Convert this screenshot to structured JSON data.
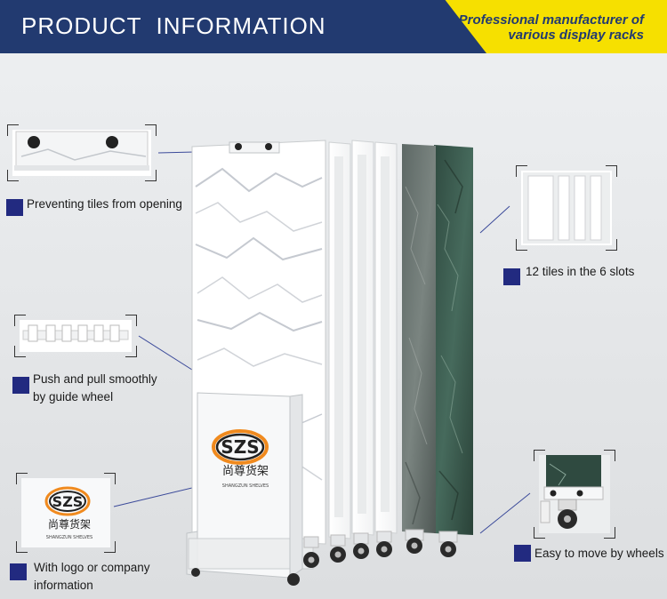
{
  "header": {
    "title": "PRODUCT  INFORMATION",
    "tagline_line1": "Professional manufacturer of",
    "tagline_line2": "various display racks"
  },
  "features": [
    {
      "label": "Preventing tiles from opening"
    },
    {
      "label": "12 tiles in the 6 slots"
    },
    {
      "label_line1": "Push and pull smoothly",
      "label_line2": "by guide wheel"
    },
    {
      "label_line1": "With logo or company",
      "label_line2": "information"
    },
    {
      "label": "Easy to move by wheels"
    }
  ],
  "logo": {
    "mark": "SZS",
    "chinese": "尚尊货架",
    "english": "SHANGZUN  SHELVES"
  },
  "colors": {
    "header_bg": "#223a70",
    "banner": "#f6e000",
    "bullet": "#222a80",
    "logo_orange": "#f08a1e"
  }
}
